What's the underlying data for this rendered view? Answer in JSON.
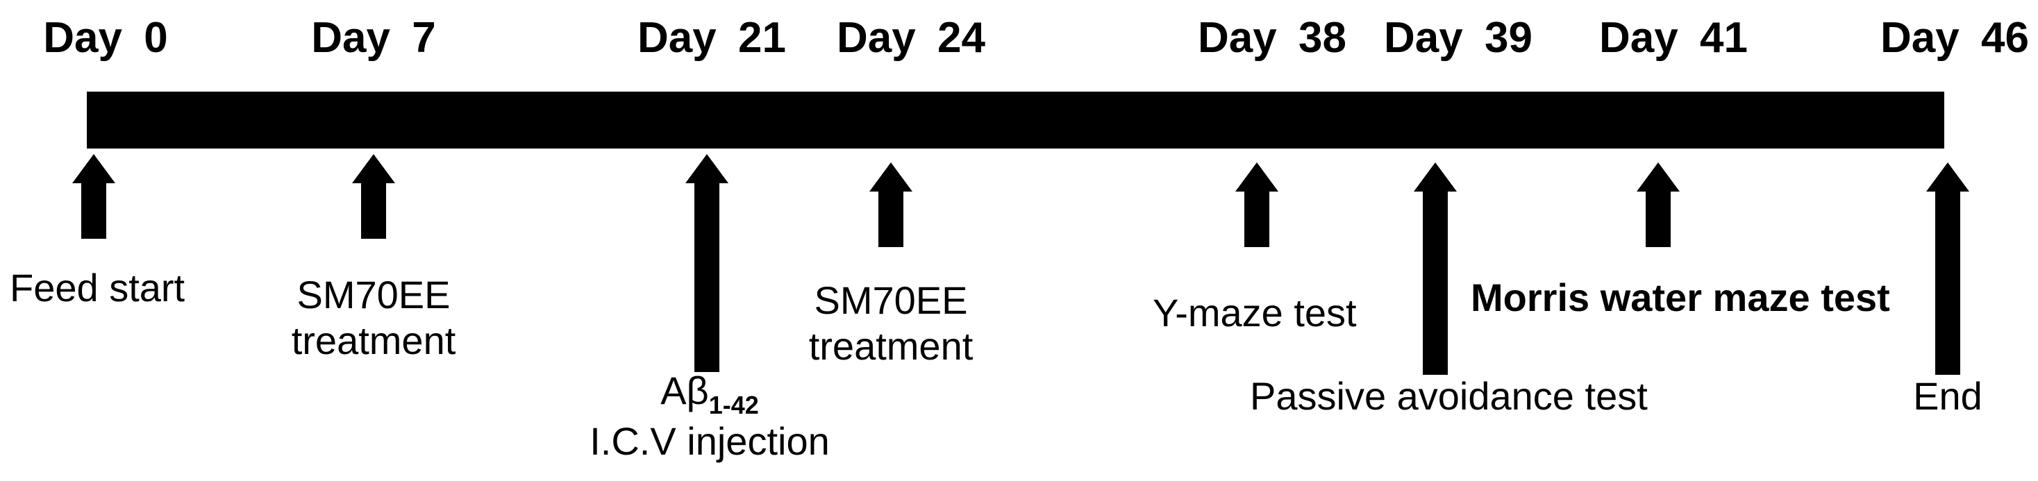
{
  "timeline": {
    "days": [
      "Day 0",
      "Day 7",
      "Day 21",
      "Day 24",
      "Day 38",
      "Day 39",
      "Day 41",
      "Day 46"
    ]
  },
  "events": {
    "feed_start": "Feed start",
    "sm70ee_1_line1": "SM70EE",
    "sm70ee_1_line2": "treatment",
    "abeta_main": "Aβ",
    "abeta_sub": "1-42",
    "icv_injection": "I.C.V  injection",
    "sm70ee_2_line1": "SM70EE",
    "sm70ee_2_line2": "treatment",
    "y_maze": "Y-maze test",
    "passive_avoidance": "Passive avoidance test",
    "morris_water_maze": "Morris water maze test",
    "end": "End"
  },
  "colors": {
    "foreground": "#000000",
    "background": "#ffffff"
  }
}
